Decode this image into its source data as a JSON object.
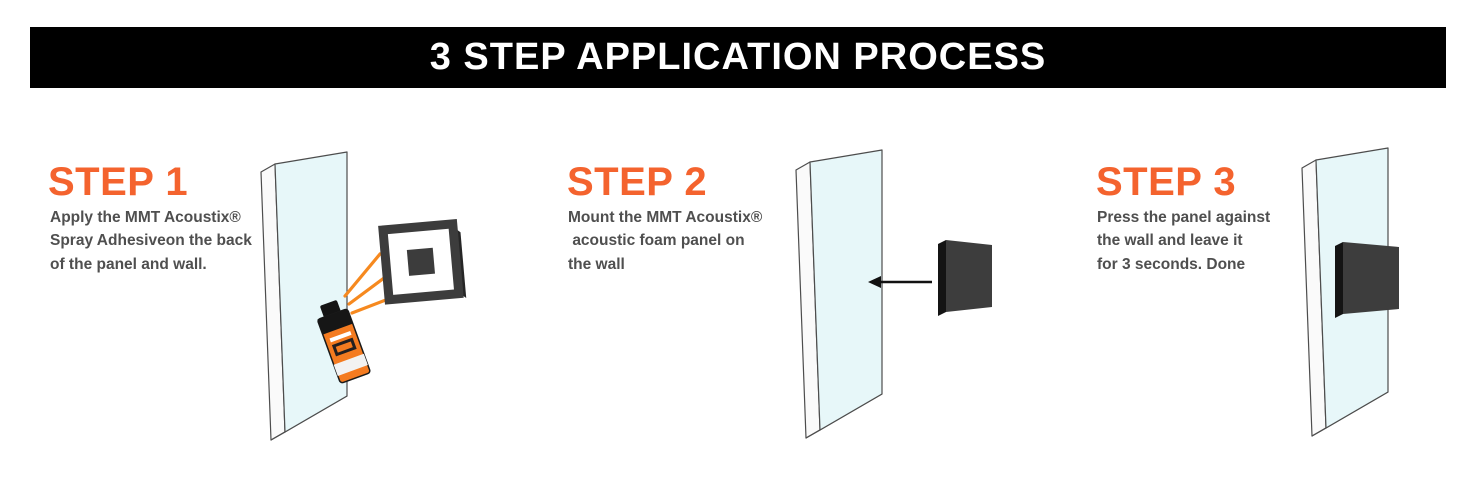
{
  "header": {
    "title": "3 STEP APPLICATION PROCESS",
    "bg_color": "#000000",
    "text_color": "#ffffff"
  },
  "accent_color": "#f4632e",
  "description_color": "#4f4f4f",
  "wall_color": "#e7f7f9",
  "foam_color": "#3d3d3d",
  "spray_color": "#f6891f",
  "steps": [
    {
      "label": "STEP 1",
      "description": "Apply the MMT Acoustix®\nSpray Adhesiveon the back\nof the panel and wall.",
      "illustration": "wall-with-foam-panel-and-spray-can"
    },
    {
      "label": "STEP 2",
      "description": "Mount the MMT Acoustix®\n acoustic foam panel on\nthe wall",
      "illustration": "wall-with-arrow-and-floating-panel"
    },
    {
      "label": "STEP 3",
      "description": "Press the panel against\nthe wall and leave it\nfor 3 seconds. Done",
      "illustration": "wall-with-mounted-panel"
    }
  ]
}
